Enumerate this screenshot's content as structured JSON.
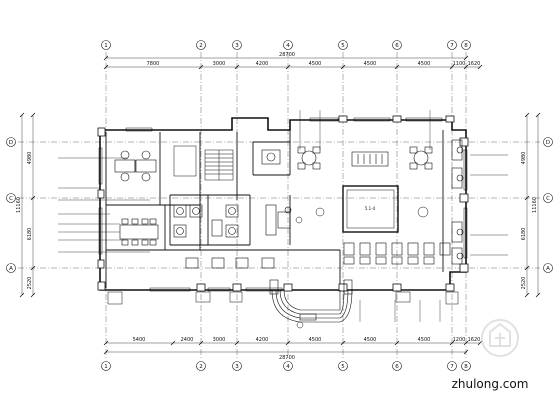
{
  "axes": {
    "vertical": [
      "1",
      "2",
      "3",
      "4",
      "5",
      "6",
      "7",
      "8"
    ],
    "horizontal": [
      "D",
      "C",
      "A"
    ]
  },
  "dimensions": {
    "top_segments": [
      "7800",
      "3000",
      "4200",
      "4500",
      "4500",
      "4500",
      "1100",
      "1620"
    ],
    "top_total": "28700",
    "bottom_segments": [
      "5400",
      "2400",
      "3000",
      "4200",
      "4500",
      "4500",
      "4500",
      "1200",
      "1620"
    ],
    "bottom_total": "28700",
    "left_segments": [
      "4980",
      "6180",
      "2520"
    ],
    "left_total": "11160",
    "right_segments": [
      "4980",
      "6180",
      "2520"
    ],
    "right_total": "11160"
  },
  "room_tag": "5.1-4",
  "watermark": {
    "brand": "zhulong.com"
  },
  "colors": {
    "line": "#111111",
    "watermark": "#c9c9c9",
    "background": "#ffffff"
  }
}
